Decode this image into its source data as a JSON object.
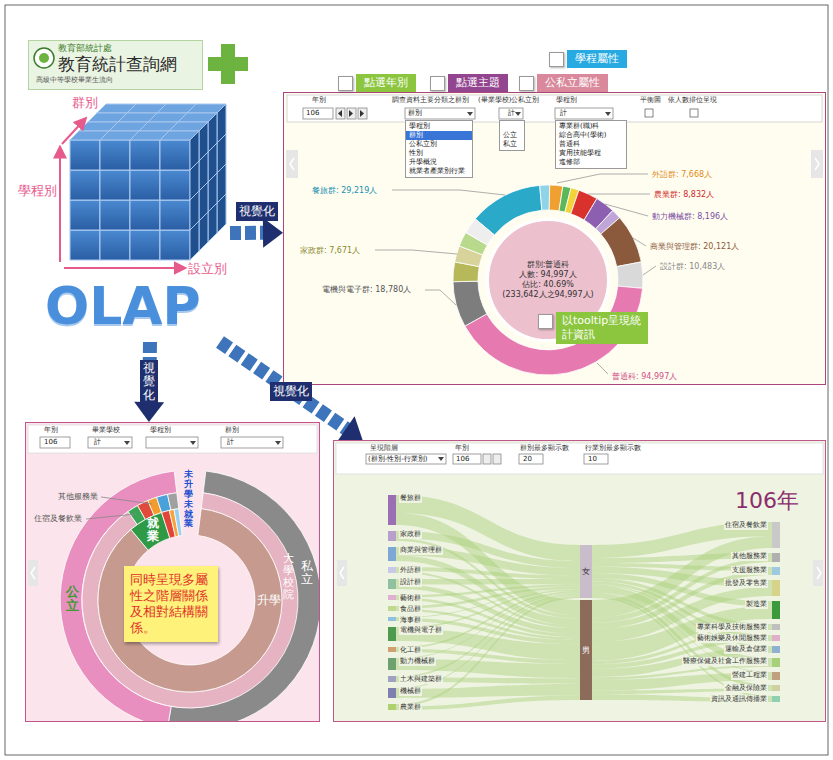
{
  "diagram": {
    "nodes": [
      {
        "text": [
          "教育部統計處",
          "教育統計查詢網",
          "高級中等學校畢業生流向"
        ]
      },
      {
        "text": [
          "OLAP"
        ]
      },
      {
        "text": [
          "年別",
          "106",
          "調查資料主要分類之群別",
          "群別",
          "(畢業學校)公私立別",
          "計",
          "學程別",
          "計",
          "平衡圖",
          "依人數排位呈現"
        ]
      },
      {
        "text": [
          "群別:普通科",
          "人數: 94,997人",
          "佔比: 40.69%",
          "(233,642人之94,997人)"
        ],
        "in": 2
      },
      {
        "text": [
          "學程別",
          "群別",
          "公私立別",
          "性別",
          "升學概況",
          "就業者產業別行業"
        ],
        "in": 2
      },
      {
        "text": [
          "公立",
          "私立"
        ],
        "in": 2
      },
      {
        "text": [
          "專業群(職)科",
          "綜合高中(學術)",
          "普通科",
          "實用技能學程",
          "進修部"
        ],
        "in": 2
      },
      {
        "text": [
          "點選年別"
        ]
      },
      {
        "text": [
          "點選主題"
        ]
      },
      {
        "text": [
          "公私立屬性"
        ]
      },
      {
        "text": [
          "學程屬性"
        ]
      },
      {
        "text": [
          "以tooltip呈現統計資訊"
        ],
        "in": 2
      },
      {
        "text": [
          "年別",
          "106",
          "畢業學校",
          "計",
          "學程別",
          "群別",
          "計"
        ]
      },
      {
        "text": [
          "同時呈現多屬性之階層關係及相對結構關係。"
        ],
        "in": 12
      },
      {
        "text": [
          "呈現階層",
          "(群別-性別-行業別)",
          "年別",
          "106",
          "群別最多顯示數",
          "20",
          "行業別最多顯示數",
          "10",
          "106年"
        ]
      },
      {
        "text": [
          "女"
        ],
        "in": 14
      },
      {
        "text": [
          "男"
        ],
        "in": 14
      }
    ],
    "edges": [
      {
        "from": 1,
        "to": 2,
        "arrow": "to",
        "label": "視覺化"
      },
      {
        "from": 1,
        "to": 12,
        "arrow": "to",
        "label": "視覺化"
      },
      {
        "from": 1,
        "to": 14,
        "arrow": "to",
        "label": "視覺化"
      }
    ],
    "labels": [
      "群別",
      "學程別",
      "設立別",
      "餐旅群: 29,219人",
      "家政群: 7,671人",
      "電機與電子群: 18,780人",
      "普通科: 94,997人",
      "設計群: 10,483人",
      "商業與管理群: 20,121人",
      "動力機械群: 8,196人",
      "農業群: 8,832人",
      "外語群: 7,668人",
      "其他服務業",
      "住宿及餐飲業",
      "就業",
      "未升學未就業",
      "升學",
      "大學校院",
      "私立",
      "公立",
      "餐旅群",
      "家政群",
      "商業與管理群",
      "外語群",
      "設計群",
      "藝術群",
      "食品群",
      "海事群",
      "電機與電子群",
      "化工群",
      "動力機械群",
      "土木與建築群",
      "機械群",
      "農業群",
      "住宿及餐飲業",
      "其他服務業",
      "支援服務業",
      "批發及零售業",
      "製造業",
      "專業科學及技術服務業",
      "藝術娛樂及休閒服務業",
      "運輸及倉儲業",
      "醫療保健及社會工作服務業",
      "營建工程業",
      "金融及保險業",
      "資訊及通訊傳播業"
    ]
  }
}
